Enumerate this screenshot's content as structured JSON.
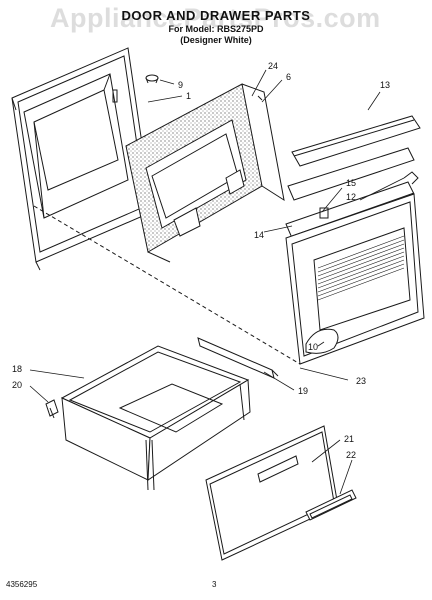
{
  "watermark": "AppliancePartsPros.com",
  "header": {
    "title": "DOOR AND DRAWER PARTS",
    "model_line": "For Model: RBS275PD",
    "variant_line": "(Designer White)"
  },
  "callouts": {
    "c1": "1",
    "c6": "6",
    "c9": "9",
    "c24": "24",
    "c13": "13",
    "c15": "15",
    "c12": "12",
    "c14": "14",
    "c10": "10",
    "c23": "23",
    "c18": "18",
    "c20": "20",
    "c19": "19",
    "c21": "21",
    "c22": "22"
  },
  "footer": {
    "doc_number": "4356295",
    "page_number": "3"
  },
  "colors": {
    "line": "#1a1a1a",
    "insulation": "#d8d8d8",
    "watermark": "#969696"
  }
}
